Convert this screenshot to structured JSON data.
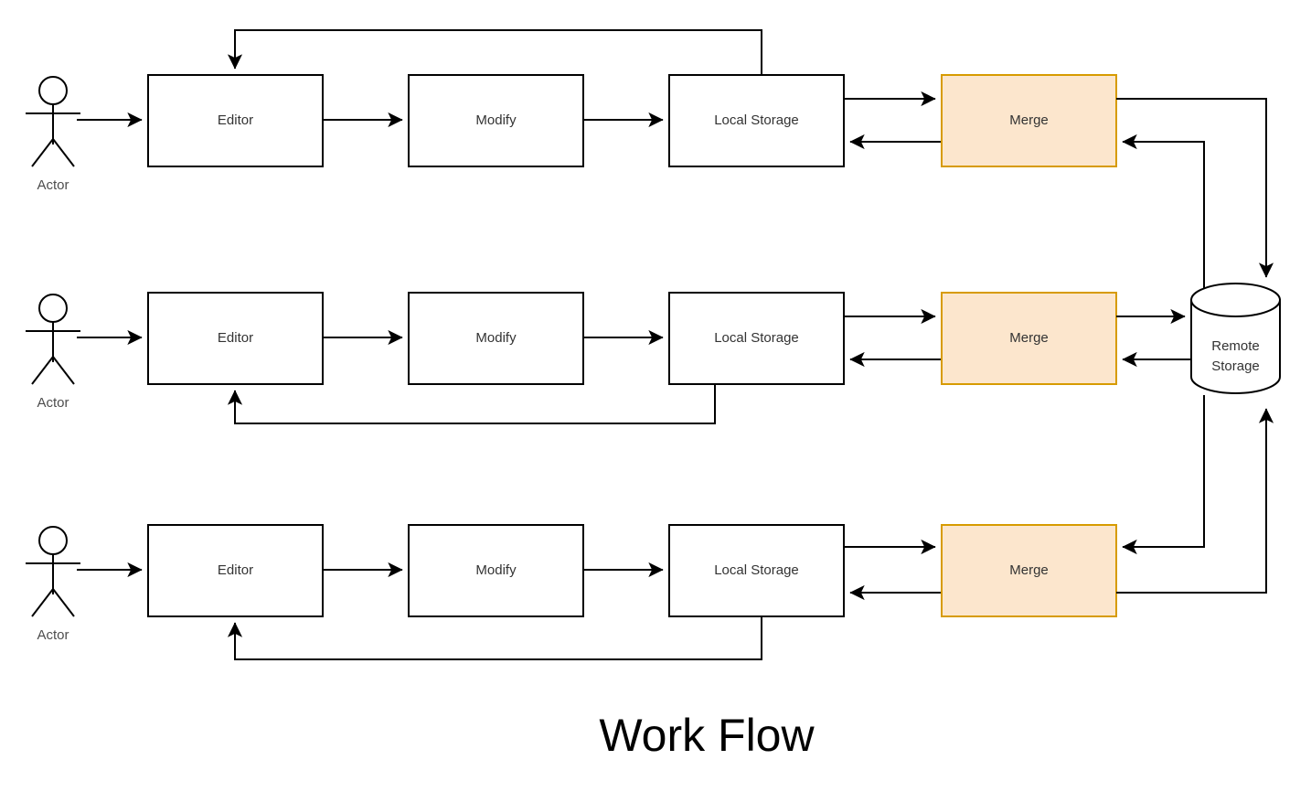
{
  "title": "Work Flow",
  "colors": {
    "background": "#ffffff",
    "box_fill": "#ffffff",
    "box_stroke": "#000000",
    "merge_fill": "#fce6cd",
    "merge_stroke": "#d79b00",
    "text": "#333333",
    "actor_label_text": "#4d4d4d",
    "edge_stroke": "#000000",
    "title_text": "#000000"
  },
  "rows": [
    {
      "id": "row-1",
      "actor": {
        "label": "Actor"
      },
      "editor": {
        "label": "Editor"
      },
      "modify": {
        "label": "Modify"
      },
      "local_storage": {
        "label": "Local Storage"
      },
      "merge": {
        "label": "Merge"
      }
    },
    {
      "id": "row-2",
      "actor": {
        "label": "Actor"
      },
      "editor": {
        "label": "Editor"
      },
      "modify": {
        "label": "Modify"
      },
      "local_storage": {
        "label": "Local Storage"
      },
      "merge": {
        "label": "Merge"
      }
    },
    {
      "id": "row-3",
      "actor": {
        "label": "Actor"
      },
      "editor": {
        "label": "Editor"
      },
      "modify": {
        "label": "Modify"
      },
      "local_storage": {
        "label": "Local Storage"
      },
      "merge": {
        "label": "Merge"
      }
    }
  ],
  "remote_storage": {
    "label_line1": "Remote",
    "label_line2": "Storage"
  }
}
